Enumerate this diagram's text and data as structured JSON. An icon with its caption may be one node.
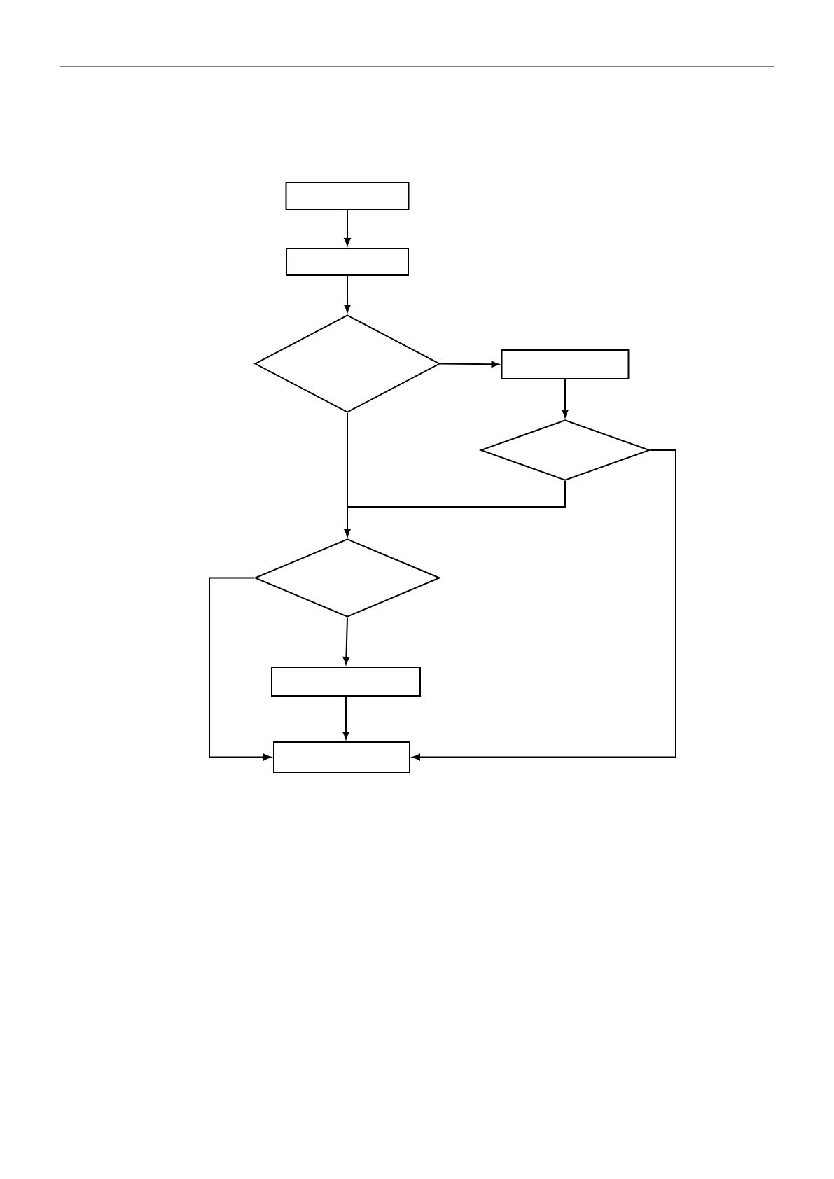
{
  "diagram": {
    "nodes": [
      {
        "text": [],
        "shape": "box"
      },
      {
        "text": [],
        "shape": "box"
      },
      {
        "text": [],
        "shape": "diamond"
      },
      {
        "text": [],
        "shape": "box"
      },
      {
        "text": [],
        "shape": "diamond"
      },
      {
        "text": [],
        "shape": "diamond"
      },
      {
        "text": [],
        "shape": "box"
      },
      {
        "text": [],
        "shape": "box"
      }
    ],
    "edges": [
      {
        "from": 0,
        "to": 1,
        "arrow": "to"
      },
      {
        "from": 1,
        "to": 2,
        "arrow": "to"
      },
      {
        "from": 2,
        "to": 3,
        "arrow": "to"
      },
      {
        "from": 3,
        "to": 4,
        "arrow": "to"
      },
      {
        "from": 2,
        "to": 5,
        "arrow": "to"
      },
      {
        "from": 4,
        "to": 5,
        "arrow": "to"
      },
      {
        "from": 5,
        "to": 6,
        "arrow": "to"
      },
      {
        "from": 6,
        "to": 7,
        "arrow": "to"
      },
      {
        "from": 5,
        "to": 7,
        "arrow": "to"
      },
      {
        "from": 4,
        "to": 7,
        "arrow": "to"
      }
    ]
  }
}
